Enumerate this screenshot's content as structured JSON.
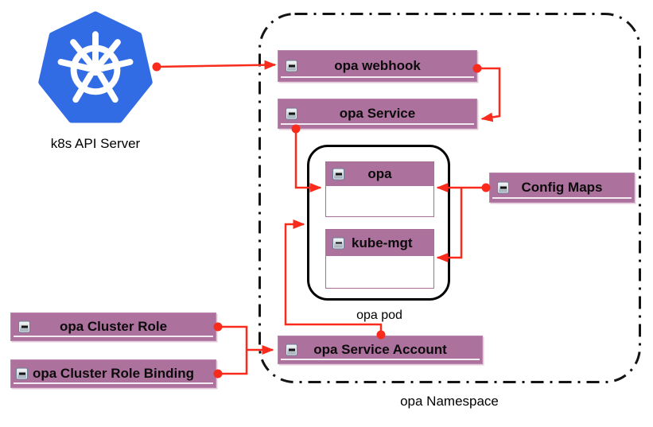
{
  "diagram": {
    "external_node": {
      "label": "k8s API Server",
      "logo": "kubernetes-logo"
    },
    "namespace": {
      "label": "opa Namespace"
    },
    "pod": {
      "label": "opa pod"
    },
    "nodes": {
      "webhook": {
        "label": "opa webhook"
      },
      "service": {
        "label": "opa Service"
      },
      "opa": {
        "label": "opa"
      },
      "kube_mgt": {
        "label": "kube-mgt"
      },
      "config_maps": {
        "label": "Config Maps"
      },
      "cluster_role": {
        "label": "opa Cluster Role"
      },
      "cluster_role_binding": {
        "label": "opa Cluster Role Binding"
      },
      "service_account": {
        "label": "opa Service Account"
      }
    },
    "edges": [
      {
        "from": "k8s API Server",
        "to": "opa webhook"
      },
      {
        "from": "opa webhook",
        "to": "opa Service"
      },
      {
        "from": "opa Service",
        "to": "opa"
      },
      {
        "from": "Config Maps",
        "to": "opa"
      },
      {
        "from": "Config Maps",
        "to": "kube-mgt"
      },
      {
        "from": "opa Cluster Role",
        "to": "opa Service Account"
      },
      {
        "from": "opa Cluster Role Binding",
        "to": "opa Service Account"
      },
      {
        "from": "opa Service Account",
        "to": "opa pod"
      }
    ],
    "icons": {
      "collapse": "minus-collapse-icon"
    },
    "colors": {
      "node_fill": "#ad719d",
      "node_border": "#bd86ae",
      "arrow_red": "#f92b1d",
      "k8s_blue": "#326ce5",
      "pod_border": "#000000",
      "namespace_border": "#141414"
    }
  }
}
